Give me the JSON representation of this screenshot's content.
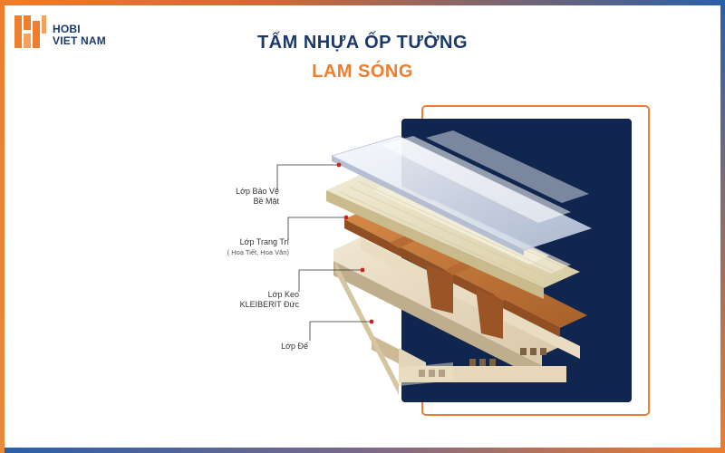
{
  "brand": {
    "name_line1": "HOBI",
    "name_line2": "VIET NAM",
    "logo_color": "#ee7d2d"
  },
  "title": {
    "line1": "TẤM NHỰA ỐP TƯỜNG",
    "line2": "LAM SÓNG"
  },
  "colors": {
    "navy": "#10264f",
    "orange": "#ee7d2d",
    "title_blue": "#1b3a6b",
    "marker_red": "#d02020"
  },
  "layers": [
    {
      "line1": "Lớp Bảo Vệ",
      "line2": "Bề Mặt",
      "color": "#e8edf5"
    },
    {
      "line1": "Lớp Trang Trí",
      "line2": "( Hoạ Tiết, Hoa Văn)",
      "color": "#ece3c8"
    },
    {
      "line1": "Lớp Keo",
      "line2": "KLEIBERIT Đức",
      "color": "#c77a3a"
    },
    {
      "line1": "Lớp Đế",
      "line2": "",
      "color": "#e6d8bf"
    }
  ]
}
